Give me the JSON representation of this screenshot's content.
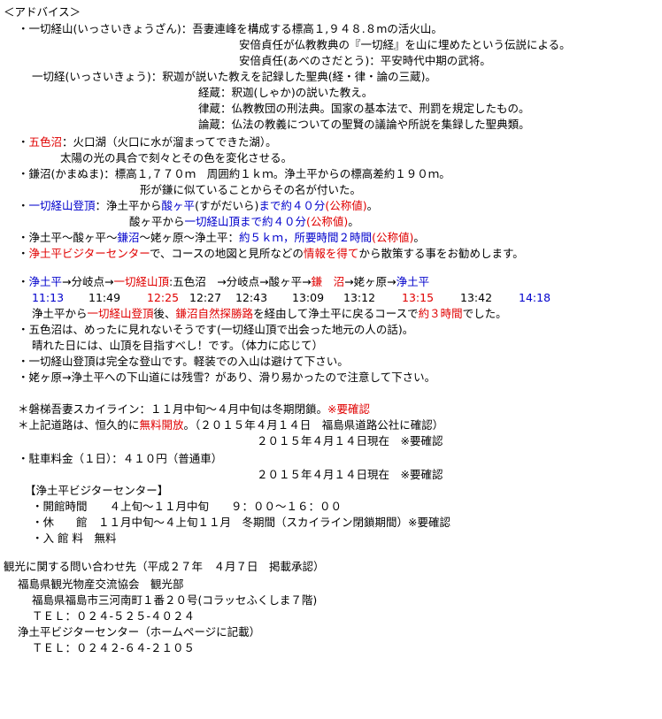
{
  "advice_heading": "＜アドバイス＞",
  "issaikyozan": {
    "term": "・一切経山(いっさいきょうざん)：",
    "def1": "吾妻連峰を構成する標高１,９４８.８mの活火山。",
    "def2": "安倍貞任が仏教教典の『一切経』を山に埋めたという伝説による。",
    "def3": "安倍貞任(あべのさだとう)：平安時代中期の武将。"
  },
  "issaikyo": {
    "term": "一切経(いっさいきょう)：",
    "def": "釈迦が説いた教えを記録した聖典(経・律・論の三蔵)。",
    "kyozo": "経蔵：釈迦(しゃか)の説いた教え。",
    "ritsuzo": "律蔵：仏教教団の刑法典。国家の基本法で、刑罰を規定したもの。",
    "ronzo": "論蔵：仏法の教義についての聖賢の議論や所説を集録した聖典類。"
  },
  "goshikinuma": {
    "bullet": "・",
    "name": "五色沼",
    "def1": "：火口湖（火口に水が溜まってできた湖）。",
    "def2": "太陽の光の具合で刻々とその色を変化させる。"
  },
  "kamanuma": {
    "line1": "・鎌沼(かまぬま)：標高１,７７０ｍ　周囲約１ｋｍ。浄土平からの標高差約１９０ｍ。",
    "line2": "形が鎌に似ていることからその名が付いた。"
  },
  "trail": {
    "bullet": "・",
    "a1": "一切経山登頂",
    "a2": "：浄土平から",
    "a3": "酸ヶ平",
    "a4": "(すがだいら)",
    "a5": "まで約４０分",
    "a6": "(公称値)",
    "a7": "。",
    "b1": "酸ヶ平から",
    "b2": "一切経山頂まで約４０分",
    "b3": "(公称値)",
    "b4": "。"
  },
  "loop": {
    "p1": "・浄土平～酸ヶ平～",
    "p2": "鎌沼",
    "p3": "～姥ヶ原～浄土平：",
    "p4": "約５ｋｍ，所要時間２時間",
    "p5": "(公称値)",
    "p6": "。"
  },
  "visitor": {
    "bullet": "・",
    "p1": "浄土平ビジターセンター",
    "p2": "で、コースの地図と見所などの",
    "p3": "情報を得て",
    "p4": "から散策する事をお勧めします。"
  },
  "route": {
    "bullet": "・",
    "s1": "浄土平",
    "s2": "→分岐点→",
    "s3": "一切経山頂",
    "s4": ":五色沼　→分岐点→酸ヶ平→",
    "s5": "鎌　沼",
    "s6": "→姥ヶ原→",
    "s7": "浄土平"
  },
  "times": [
    "11:13",
    "11:49",
    "12:25",
    "12:27",
    "12:43",
    "13:09",
    "13:12",
    "13:15",
    "13:42",
    "14:18"
  ],
  "course": {
    "p1": "浄土平から",
    "p2": "一切経山登頂",
    "p3": "後、",
    "p4": "鎌沼自然探勝路",
    "p5": "を経由して浄土平に戻るコースで",
    "p6": "約３時間",
    "p7": "でした。"
  },
  "notes": {
    "n1a": "・五色沼は、めったに見れないそうです(一切経山頂で出会った地元の人の話)。",
    "n1b": "晴れた日には、山頂を目指すべし！です。（体力に応じて）",
    "n2": "・一切経山登頂は完全な登山です。軽装での入山は避けて下さい。",
    "n3": "・姥ヶ原→浄土平への下山道には残雪？があり、滑り易かったので注意して下さい。"
  },
  "skyline": {
    "l1a": "＊磐梯吾妻スカイライン：１１月中旬～４月中旬は冬期閉鎖。",
    "l1b": "※要確認",
    "l2a": "＊上記道路は、恒久的に",
    "l2b": "無料開放",
    "l2c": "。（２０１５年４月１４日　福島県道路公社に確認）",
    "l3": "２０１５年４月１４日現在　※要確認"
  },
  "parking": {
    "l1": "・駐車料金（１日）：４１０円（普通車）",
    "l2": "２０１５年４月１４日現在　※要確認"
  },
  "vc_info": {
    "heading": "【浄土平ビジターセンター】",
    "hours": "・開館時間　　４上旬～１１月中旬　　９：００～１６：００",
    "closed": "・休　　館　１１月中旬～４上旬１１月　冬期間（スカイライン閉鎖期間）※要確認",
    "fee": "・入 館 料　無料"
  },
  "contact": {
    "heading": "観光に関する問い合わせ先（平成２７年　４月７日　掲載承認）",
    "org1": "福島県観光物産交流協会　観光部",
    "addr": "福島県福島市三河南町１番２０号(コラッセふくしま７階)",
    "tel1": "ＴＥＬ：０２４-５２５-４０２４",
    "org2": "浄土平ビジターセンター（ホームページに記載）",
    "tel2": "ＴＥＬ：０２４２-６４-２１０５"
  },
  "colors": {
    "blue": "#0000cc",
    "red": "#e00000",
    "text": "#000000"
  }
}
